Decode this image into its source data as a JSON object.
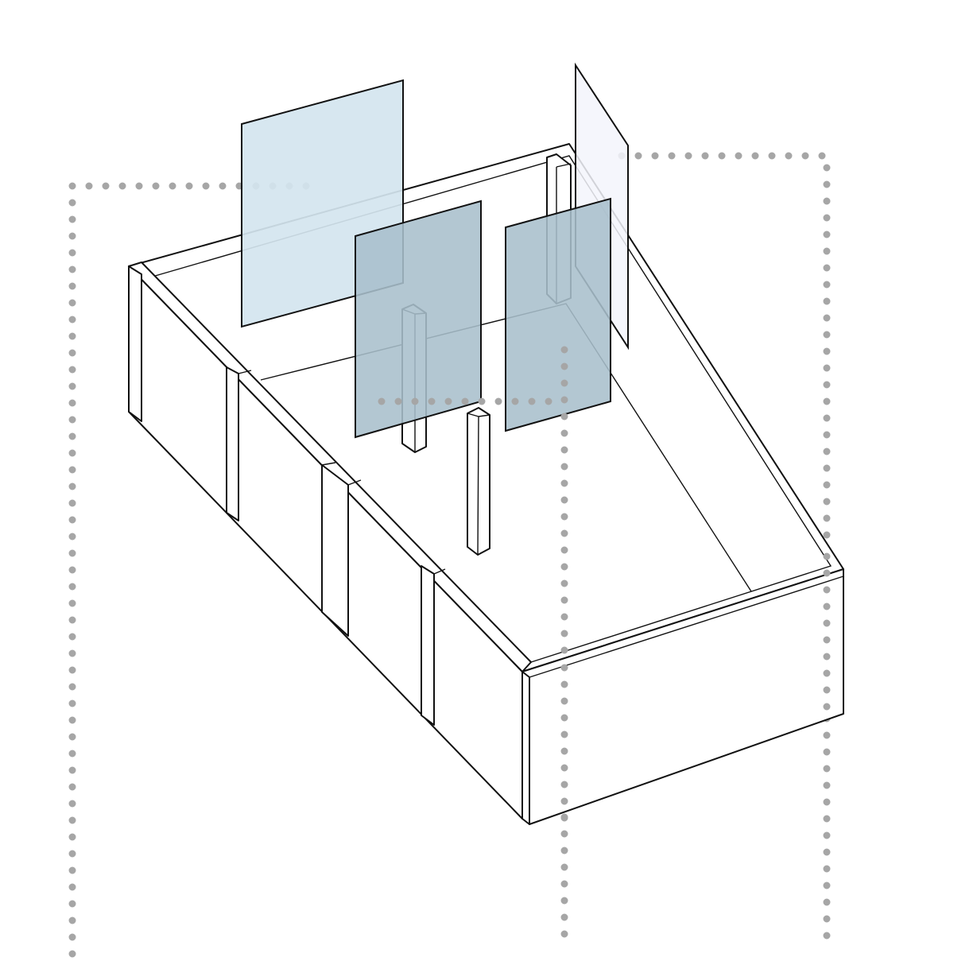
{
  "diagram": {
    "kind": "isometric-room-wireframe",
    "colors": {
      "background": "#ffffff",
      "line": "#111111",
      "dotted_guide": "#a6a6a6",
      "panel_light": "#d4e5ef",
      "panel_mid": "#a9bfcc",
      "panel_pale": "#f3f5fb"
    },
    "guides": [
      "left-guide",
      "center-guide",
      "right-guide"
    ],
    "panels": [
      "rear-left-panel",
      "center-left-panel",
      "center-right-panel",
      "side-panel"
    ],
    "columns": [
      "interior-column-back",
      "interior-column-front"
    ]
  }
}
